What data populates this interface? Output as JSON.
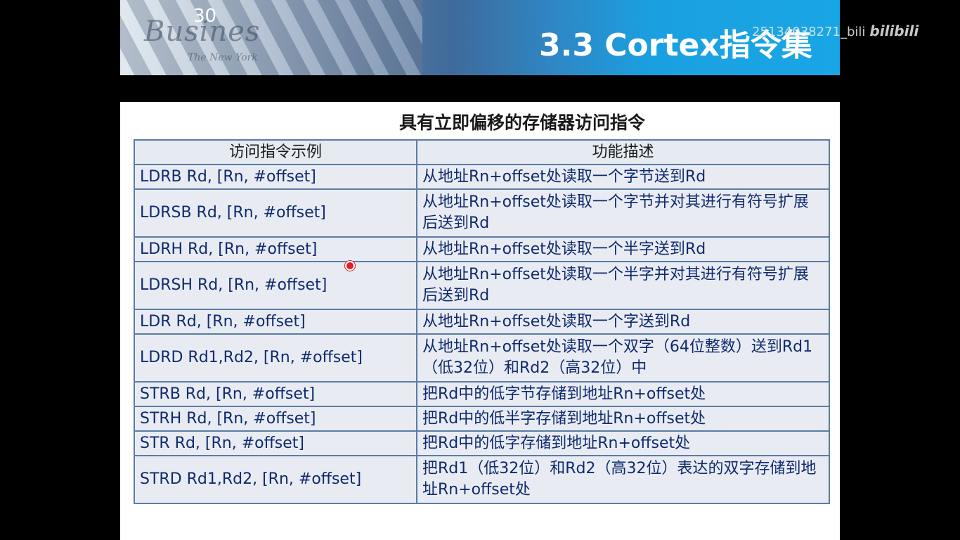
{
  "slide": {
    "page_number": "30",
    "title": "3.3 Cortex指令集",
    "banner_text": "Busines",
    "banner_subtext": "The New York"
  },
  "watermark": {
    "id_text": "25134038271_bili",
    "logo_text": "bilibili"
  },
  "table": {
    "title": "具有立即偏移的存储器访问指令",
    "headers": [
      "访问指令示例",
      "功能描述"
    ],
    "rows": [
      {
        "instruction": "LDRB Rd, [Rn, #offset]",
        "description": "从地址Rn+offset处读取一个字节送到Rd"
      },
      {
        "instruction": "LDRSB Rd, [Rn, #offset]",
        "description": "从地址Rn+offset处读取一个字节并对其进行有符号扩展后送到Rd"
      },
      {
        "instruction": "LDRH Rd, [Rn, #offset]",
        "description": "从地址Rn+offset处读取一个半字送到Rd"
      },
      {
        "instruction": "LDRSH Rd, [Rn, #offset]",
        "description": "从地址Rn+offset处读取一个半字并对其进行有符号扩展后送到Rd"
      },
      {
        "instruction": "LDR Rd, [Rn, #offset]",
        "description": "从地址Rn+offset处读取一个字送到Rd"
      },
      {
        "instruction": "LDRD Rd1,Rd2, [Rn, #offset]",
        "description": "从地址Rn+offset处读取一个双字（64位整数）送到Rd1（低32位）和Rd2（高32位）中"
      },
      {
        "instruction": "STRB Rd, [Rn, #offset]",
        "description": "把Rd中的低字节存储到地址Rn+offset处"
      },
      {
        "instruction": "STRH Rd, [Rn, #offset]",
        "description": "把Rd中的低半字存储到地址Rn+offset处"
      },
      {
        "instruction": "STR Rd, [Rn, #offset]",
        "description": "把Rd中的低字存储到地址Rn+offset处"
      },
      {
        "instruction": "STRD Rd1,Rd2, [Rn, #offset]",
        "description": "把Rd1（低32位）和Rd2（高32位）表达的双字存储到地址Rn+offset处"
      }
    ]
  },
  "colors": {
    "banner_blue": "#1aa0e0",
    "table_border": "#5b7ca4",
    "cell_text": "#0f2a6e",
    "cursor": "#e0202a"
  }
}
